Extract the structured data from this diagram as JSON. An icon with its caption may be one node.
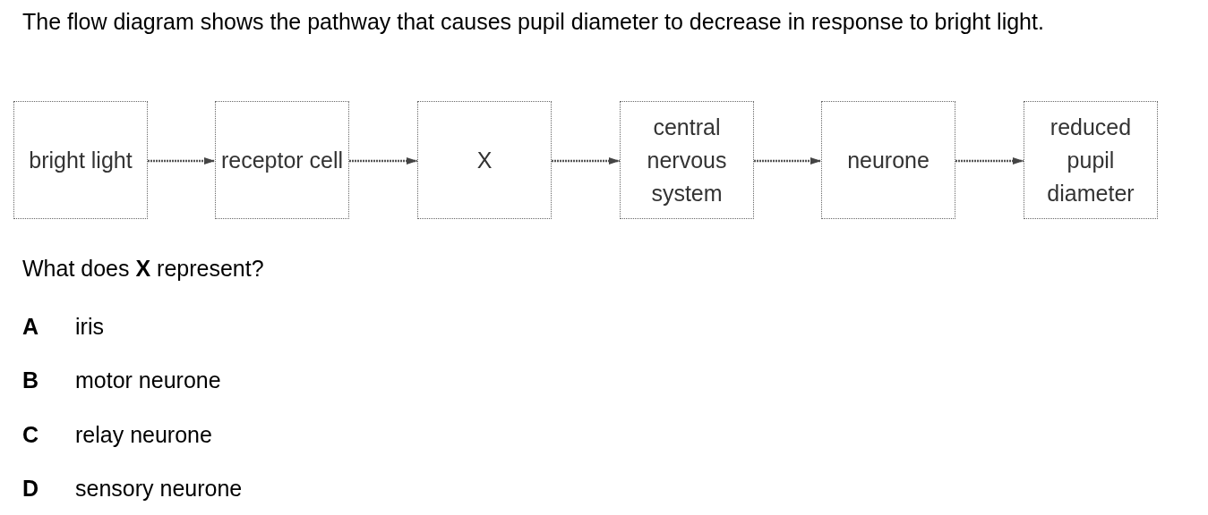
{
  "diagram": {
    "nodes": [
      {
        "text": [
          "bright light"
        ]
      },
      {
        "text": [
          "receptor cell"
        ]
      },
      {
        "text": [
          "X"
        ]
      },
      {
        "text": [
          "central nervous system"
        ]
      },
      {
        "text": [
          "neurone"
        ]
      },
      {
        "text": [
          "reduced pupil diameter"
        ]
      }
    ],
    "edges": [
      {
        "from": 0,
        "to": 1,
        "arrow": "to"
      },
      {
        "from": 1,
        "to": 2,
        "arrow": "to"
      },
      {
        "from": 2,
        "to": 3,
        "arrow": "to"
      },
      {
        "from": 3,
        "to": 4,
        "arrow": "to"
      },
      {
        "from": 4,
        "to": 5,
        "arrow": "to"
      }
    ],
    "labels": [
      "The flow diagram shows the pathway that causes pupil diameter to decrease in response to bright light.",
      "What does **X** represent?",
      "A",
      "iris",
      "B",
      "motor neurone",
      "C",
      "relay neurone",
      "D",
      "sensory neurone"
    ]
  }
}
